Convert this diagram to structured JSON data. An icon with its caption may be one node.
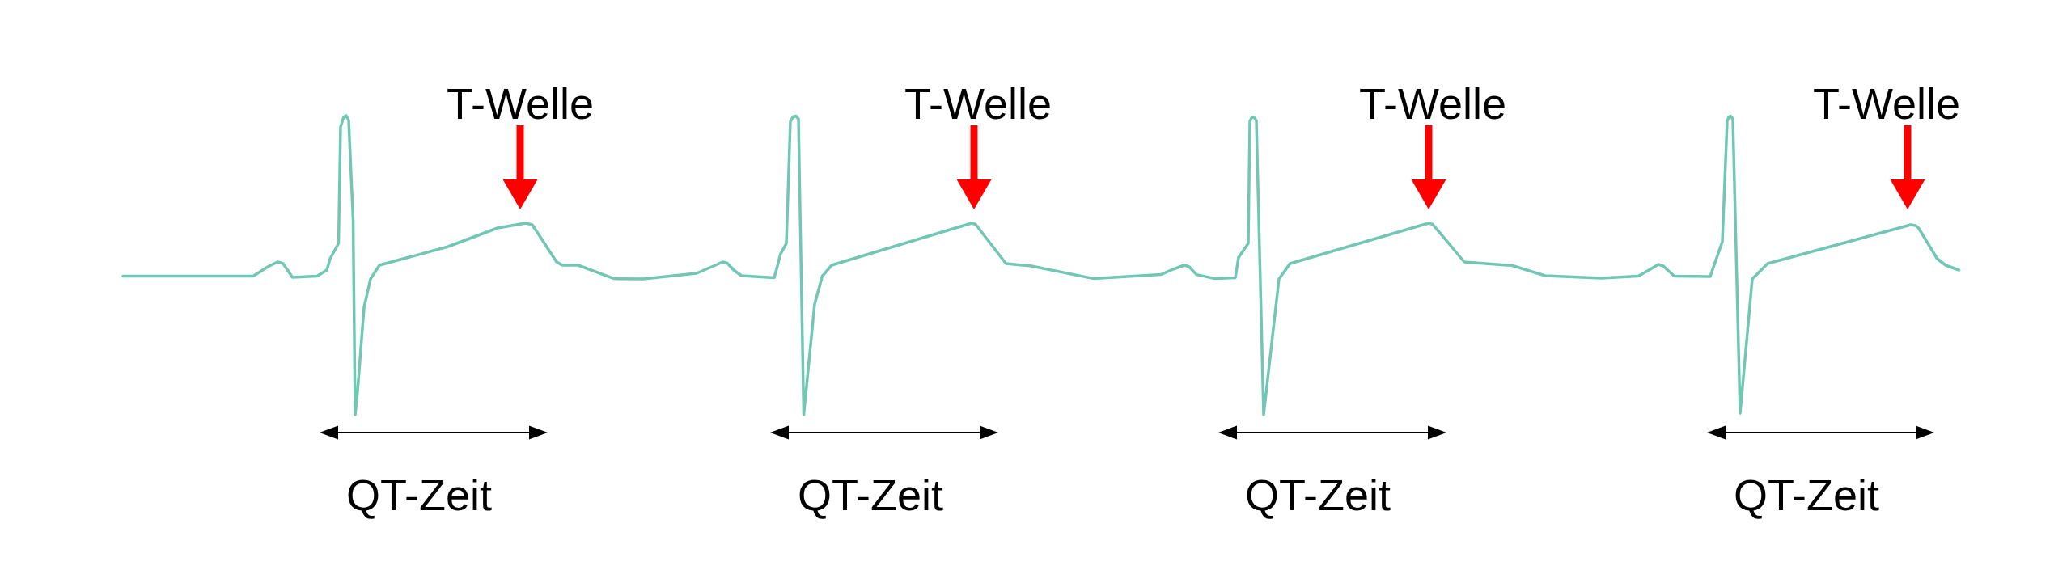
{
  "diagram": {
    "nodes": [
      {
        "text": [
          "T-Welle"
        ]
      },
      {
        "text": [
          "T-Welle"
        ]
      },
      {
        "text": [
          "T-Welle"
        ]
      },
      {
        "text": [
          "T-Welle"
        ]
      }
    ],
    "edges": [
      {
        "from": 0,
        "to": null,
        "arrow": "to"
      },
      {
        "from": 1,
        "to": null,
        "arrow": "to"
      },
      {
        "from": 2,
        "to": null,
        "arrow": "to"
      },
      {
        "from": 3,
        "to": null,
        "arrow": "to"
      }
    ],
    "labels": [
      "QT-Zeit",
      "QT-Zeit",
      "QT-Zeit",
      "QT-Zeit"
    ]
  }
}
